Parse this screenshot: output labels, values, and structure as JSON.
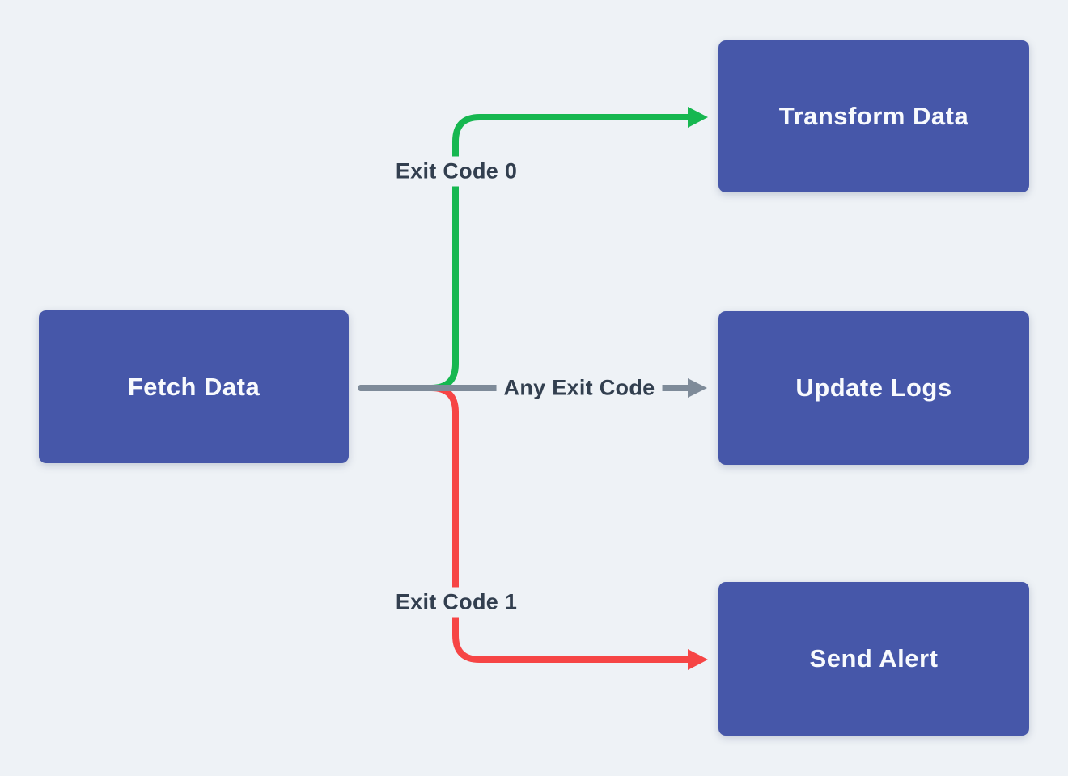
{
  "colors": {
    "canvas-bg": "#eef2f6",
    "node-fill": "#4657a9",
    "node-text": "#f8fafd",
    "edge-label-text": "#323f4f",
    "edge-label-bg": "#eef2f6"
  },
  "nodes": [
    {
      "id": "fetch-data",
      "label": "Fetch Data"
    },
    {
      "id": "transform-data",
      "label": "Transform Data"
    },
    {
      "id": "update-logs",
      "label": "Update Logs"
    },
    {
      "id": "send-alert",
      "label": "Send Alert"
    }
  ],
  "edges": [
    {
      "from": "fetch-data",
      "to": "transform-data",
      "label": "Exit Code 0",
      "color": "#16b750"
    },
    {
      "from": "fetch-data",
      "to": "update-logs",
      "label": "Any Exit Code",
      "color": "#7e8b99"
    },
    {
      "from": "fetch-data",
      "to": "send-alert",
      "label": "Exit Code 1",
      "color": "#f64545"
    }
  ]
}
